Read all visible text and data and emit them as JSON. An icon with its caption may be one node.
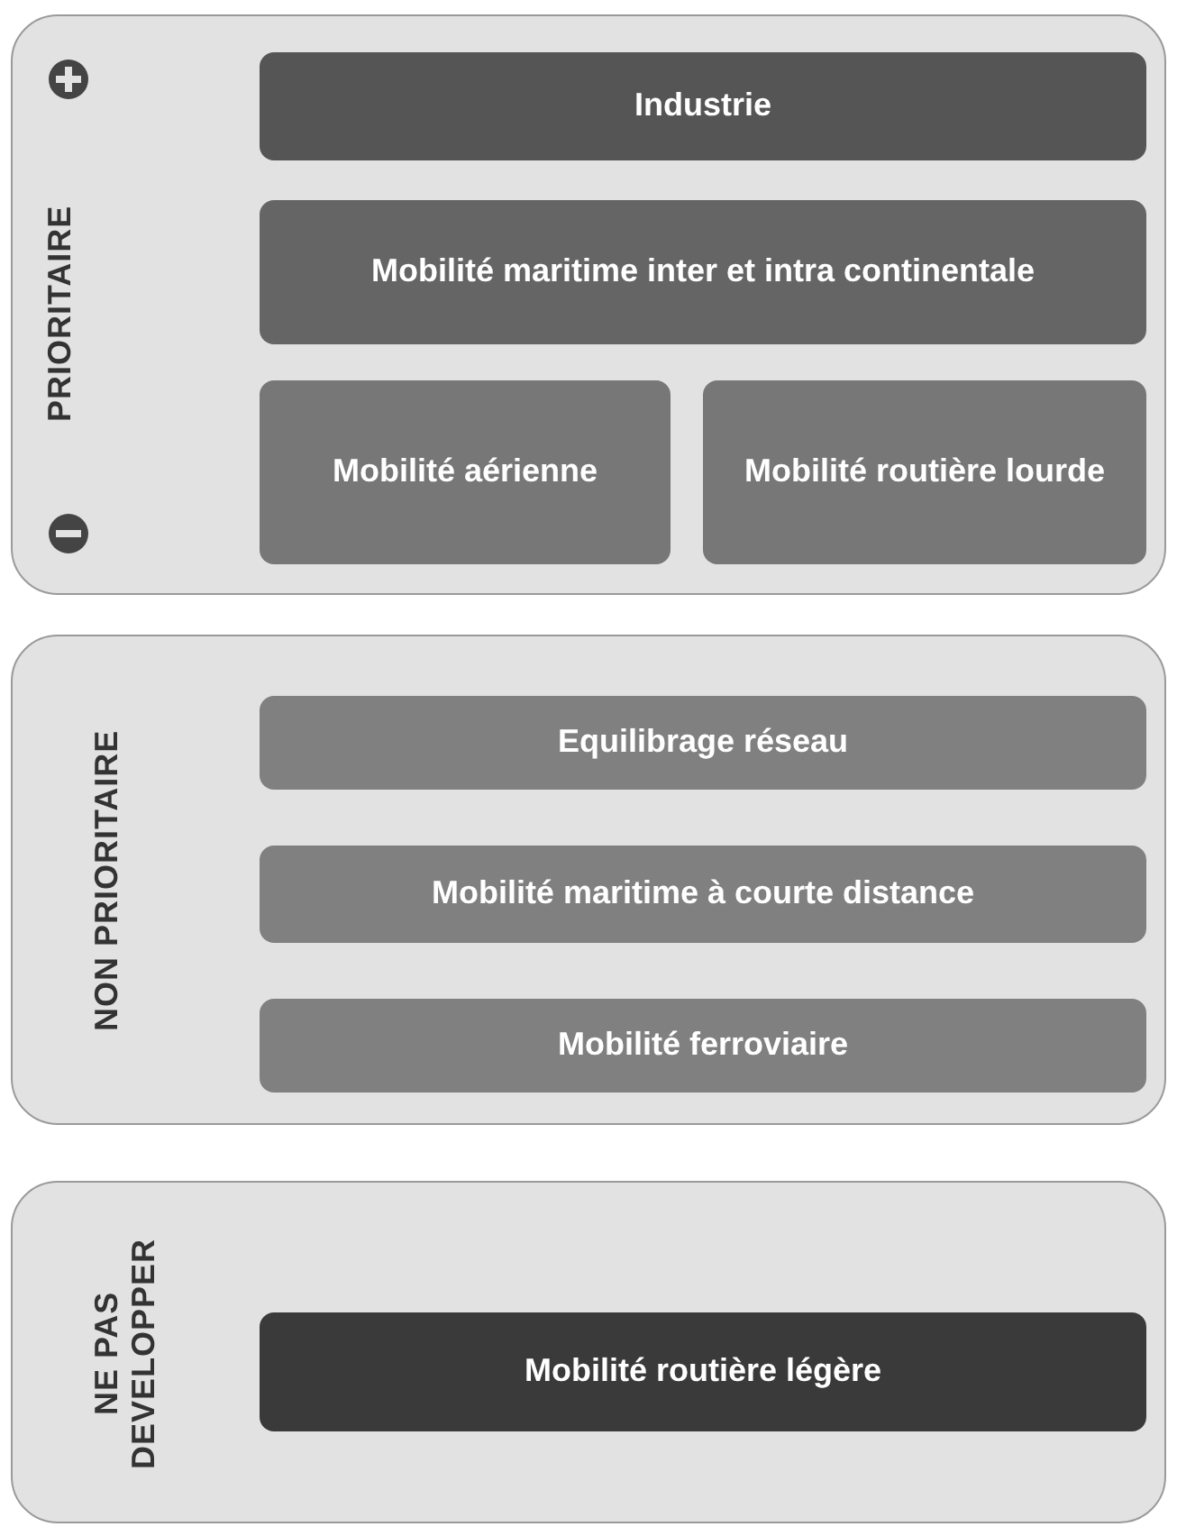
{
  "diagram": {
    "nodes": [
      {
        "text": [
          "PRIORITAIRE"
        ]
      },
      {
        "text": [
          "Industrie"
        ],
        "in": 0
      },
      {
        "text": [
          "Mobilité maritime inter et intra continentale"
        ],
        "in": 0
      },
      {
        "text": [
          "Mobilité aérienne"
        ],
        "in": 0
      },
      {
        "text": [
          "Mobilité routière lourde"
        ],
        "in": 0
      },
      {
        "text": [
          "NON PRIORITAIRE"
        ]
      },
      {
        "text": [
          "Equilibrage réseau"
        ],
        "in": 5
      },
      {
        "text": [
          "Mobilité maritime à courte distance"
        ],
        "in": 5
      },
      {
        "text": [
          "Mobilité ferroviaire"
        ],
        "in": 5
      },
      {
        "text": [
          "NE PAS DEVELOPPER"
        ]
      },
      {
        "text": [
          "Mobilité routière légère"
        ],
        "in": 9
      }
    ]
  }
}
